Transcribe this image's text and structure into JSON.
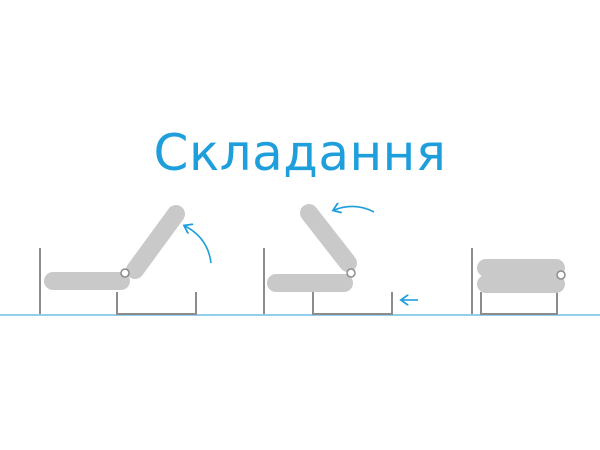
{
  "title": "Складання",
  "colors": {
    "accent": "#1e9fdc",
    "frame": "#8c8c8c",
    "cushion": "#c9c9c9",
    "floor": "#6fbfe6"
  },
  "steps": [
    {
      "name": "unfolded-sofa",
      "arrow": "lift-backrest-up"
    },
    {
      "name": "half-folded-sofa",
      "arrow": "fold-backrest-over"
    },
    {
      "name": "folded-sofa",
      "arrow": "none"
    }
  ]
}
